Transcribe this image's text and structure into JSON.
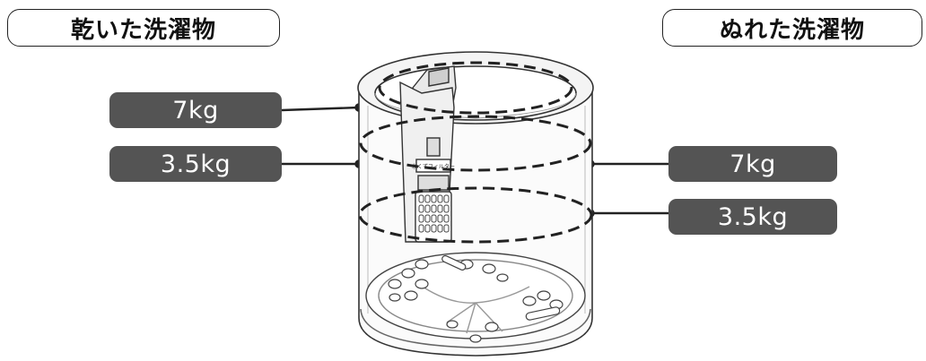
{
  "titles": {
    "dry": "乾いた洗濯物",
    "wet": "ぬれた洗濯物"
  },
  "dry_levels": [
    "7kg",
    "3.5kg"
  ],
  "wet_levels": [
    "7kg",
    "3.5kg"
  ],
  "filter_label": "糸くずフィルター",
  "colors": {
    "label_bg": "#545454",
    "label_text": "#ffffff",
    "line": "#222222",
    "dashed": "#222222"
  }
}
